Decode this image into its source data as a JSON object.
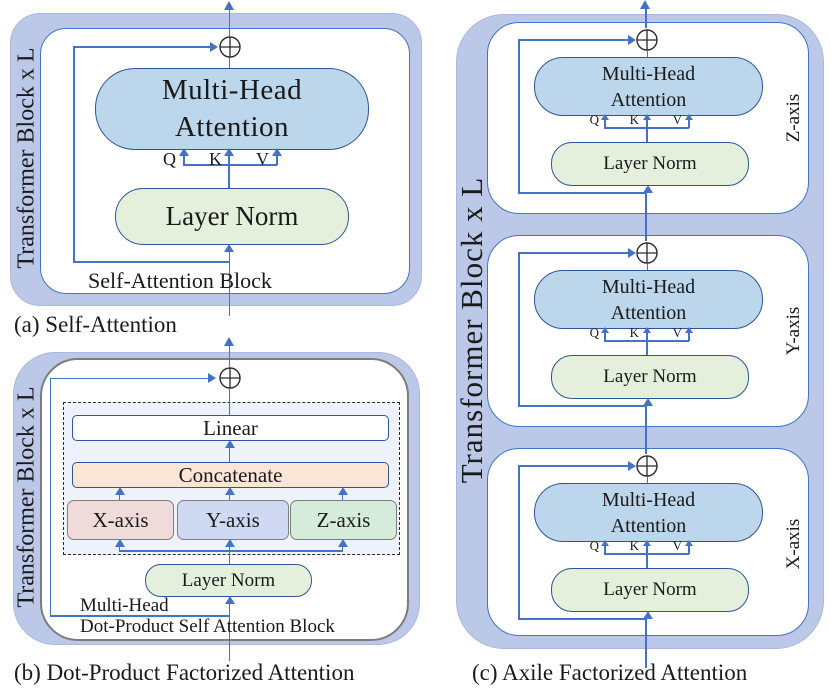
{
  "figure": {
    "panel_a": {
      "side_label": "Transformer Block x L",
      "mha_line1": "Multi-Head",
      "mha_line2": "Attention",
      "q": "Q",
      "k": "K",
      "v": "V",
      "layer_norm": "Layer Norm",
      "block_label": "Self-Attention Block",
      "caption": "(a) Self-Attention"
    },
    "panel_b": {
      "side_label": "Transformer Block x L",
      "linear": "Linear",
      "concatenate": "Concatenate",
      "axis_x": "X-axis",
      "axis_y": "Y-axis",
      "axis_z": "Z-axis",
      "layer_norm": "Layer Norm",
      "block_label_line1": "Multi-Head",
      "block_label_line2": "Dot-Product Self Attention Block",
      "caption": "(b) Dot-Product Factorized Attention"
    },
    "panel_c": {
      "side_label": "Transformer Block x L",
      "caption": "(c) Axile Factorized Attention",
      "blocks": [
        {
          "axis_label": "Z-axis",
          "mha_line1": "Multi-Head",
          "mha_line2": "Attention",
          "q": "Q",
          "k": "K",
          "v": "V",
          "layer_norm": "Layer Norm"
        },
        {
          "axis_label": "Y-axis",
          "mha_line1": "Multi-Head",
          "mha_line2": "Attention",
          "q": "Q",
          "k": "K",
          "v": "V",
          "layer_norm": "Layer Norm"
        },
        {
          "axis_label": "X-axis",
          "mha_line1": "Multi-Head",
          "mha_line2": "Attention",
          "q": "Q",
          "k": "K",
          "v": "V",
          "layer_norm": "Layer Norm"
        }
      ]
    },
    "colors": {
      "container_fill": "#bcc8e8",
      "mha_fill": "#bcd7ec",
      "layer_norm_fill": "#e4f0dc",
      "linear_fill": "#ffffff",
      "concatenate_fill": "#fbe5d6",
      "axis_x_fill": "#f0dbdb",
      "axis_y_fill": "#cfd9f1",
      "axis_z_fill": "#d6ecdb",
      "dashed_box_fill": "#edf2fb",
      "flow_line": "#4472c4",
      "pill_border": "#2f5597",
      "grey_border": "#7f7f7f"
    }
  }
}
